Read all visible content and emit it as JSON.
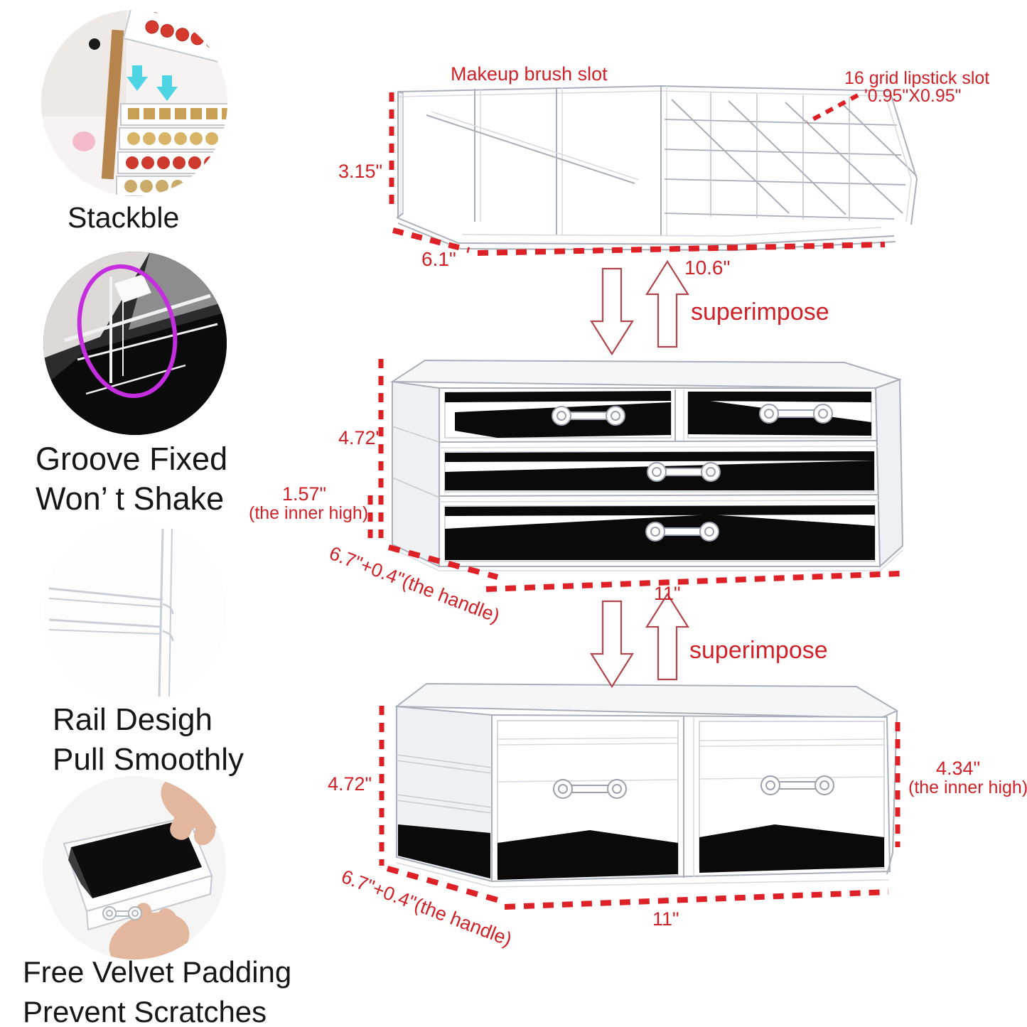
{
  "page": {
    "background": "#ffffff"
  },
  "colors": {
    "red_label": "#cf2127",
    "dash_red": "#de2126",
    "caption_black": "#161616",
    "acrylic_line_gray": "#a9b0b9",
    "velvet_black": "#0a0a0a",
    "arrow_outline_red": "#b0474d",
    "purple_marker": "#c42ede",
    "cyan_arrow": "#4fd4e4"
  },
  "features": [
    {
      "id": "stackable",
      "photo": "stacked-lipstick-trays-photo",
      "caption_lines": [
        "Stackble"
      ]
    },
    {
      "id": "groove",
      "photo": "acrylic-groove-closeup-photo",
      "caption_lines": [
        "Groove Fixed",
        "Won’ t Shake"
      ]
    },
    {
      "id": "rail",
      "photo": "rail-closeup-photo",
      "caption_lines": [
        "Rail Desigh",
        "Pull Smoothly"
      ]
    },
    {
      "id": "velvet",
      "photo": "velvet-padding-hands-photo",
      "caption_lines": [
        "Free Velvet Padding",
        "Prevent Scratches"
      ]
    }
  ],
  "top_tray": {
    "brush_label": "Makeup brush slot",
    "lipstick_label_line1": "16 grid lipstick slot",
    "lipstick_label_line2": "'0.95\"X0.95\"",
    "height_dim": "3.15\"",
    "depth_dim": "6.1\"",
    "width_dim": "10.6\""
  },
  "stack_arrows": {
    "label1": "superimpose",
    "label2": "superimpose"
  },
  "middle_unit": {
    "height_dim": "4.72\"",
    "inner_height_dim": "1.57\"",
    "inner_height_note": "(the inner high)",
    "depth_dim": "6.7\"+0.4\"(the handle)",
    "width_dim": "11\""
  },
  "bottom_unit": {
    "height_dim": "4.72\"",
    "inner_height_dim": "4.34\"",
    "inner_height_note": "(the inner high)",
    "depth_dim": "6.7\"+0.4\"(the handle)",
    "width_dim": "11\""
  }
}
